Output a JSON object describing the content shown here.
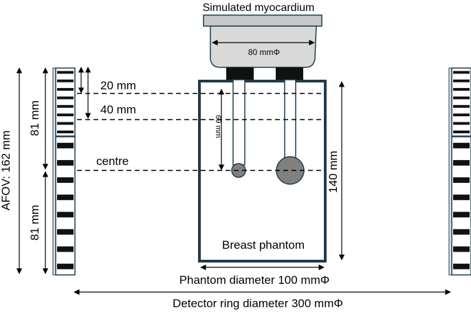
{
  "labels": {
    "myocardium": "Simulated myocardium",
    "myocardium_diameter": "80 mmΦ",
    "offset_20": "20 mm",
    "offset_40": "40 mm",
    "centre": "centre",
    "rod_length": "69 mm",
    "phantom_height": "140 mm",
    "phantom_name": "Breast phantom",
    "phantom_diameter": "Phantom diameter 100 mmΦ",
    "ring_diameter": "Detector ring diameter 300 mmΦ",
    "afov": "AFOV: 162 mm",
    "half_upper": "81 mm",
    "half_lower": "81 mm"
  },
  "colors": {
    "line": "#1f3b4d",
    "myocardium_fill": "#d9d9d9",
    "myocardium_cap": "#c8c8c8",
    "sphere_fill": "#808080",
    "connector": "#111111"
  }
}
